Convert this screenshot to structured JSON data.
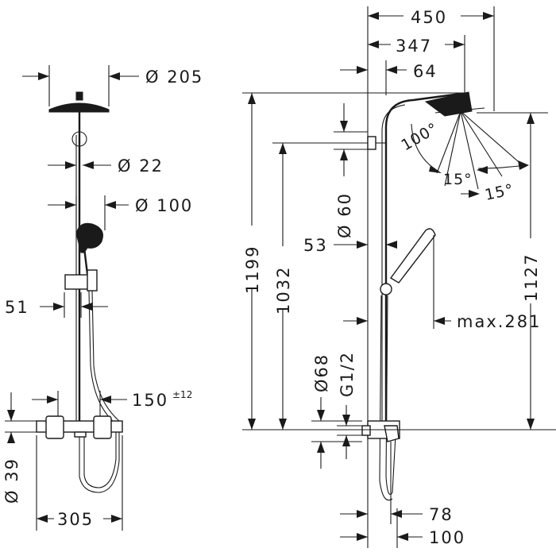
{
  "front_view": {
    "head_diameter": "Ø 205",
    "bar_diameter": "Ø 22",
    "hand_shower_diameter": "Ø 100",
    "offset_51": "51",
    "spout_150": "150",
    "spout_150_tolerance": "±12",
    "connection_39": "Ø 39",
    "width_305": "305"
  },
  "side_view": {
    "reach_450": "450",
    "reach_347": "347",
    "offset_64": "64",
    "angle_100": "100°",
    "angle_15_a": "15°",
    "angle_15_b": "15°",
    "height_1199": "1199",
    "height_1032": "1032",
    "height_1127": "1127",
    "rail_60": "Ø 60",
    "offset_53": "53",
    "max_281": "max.281",
    "connection_68": "Ø68",
    "thread_g12": "G1/2",
    "offset_78": "78",
    "offset_100": "100"
  }
}
